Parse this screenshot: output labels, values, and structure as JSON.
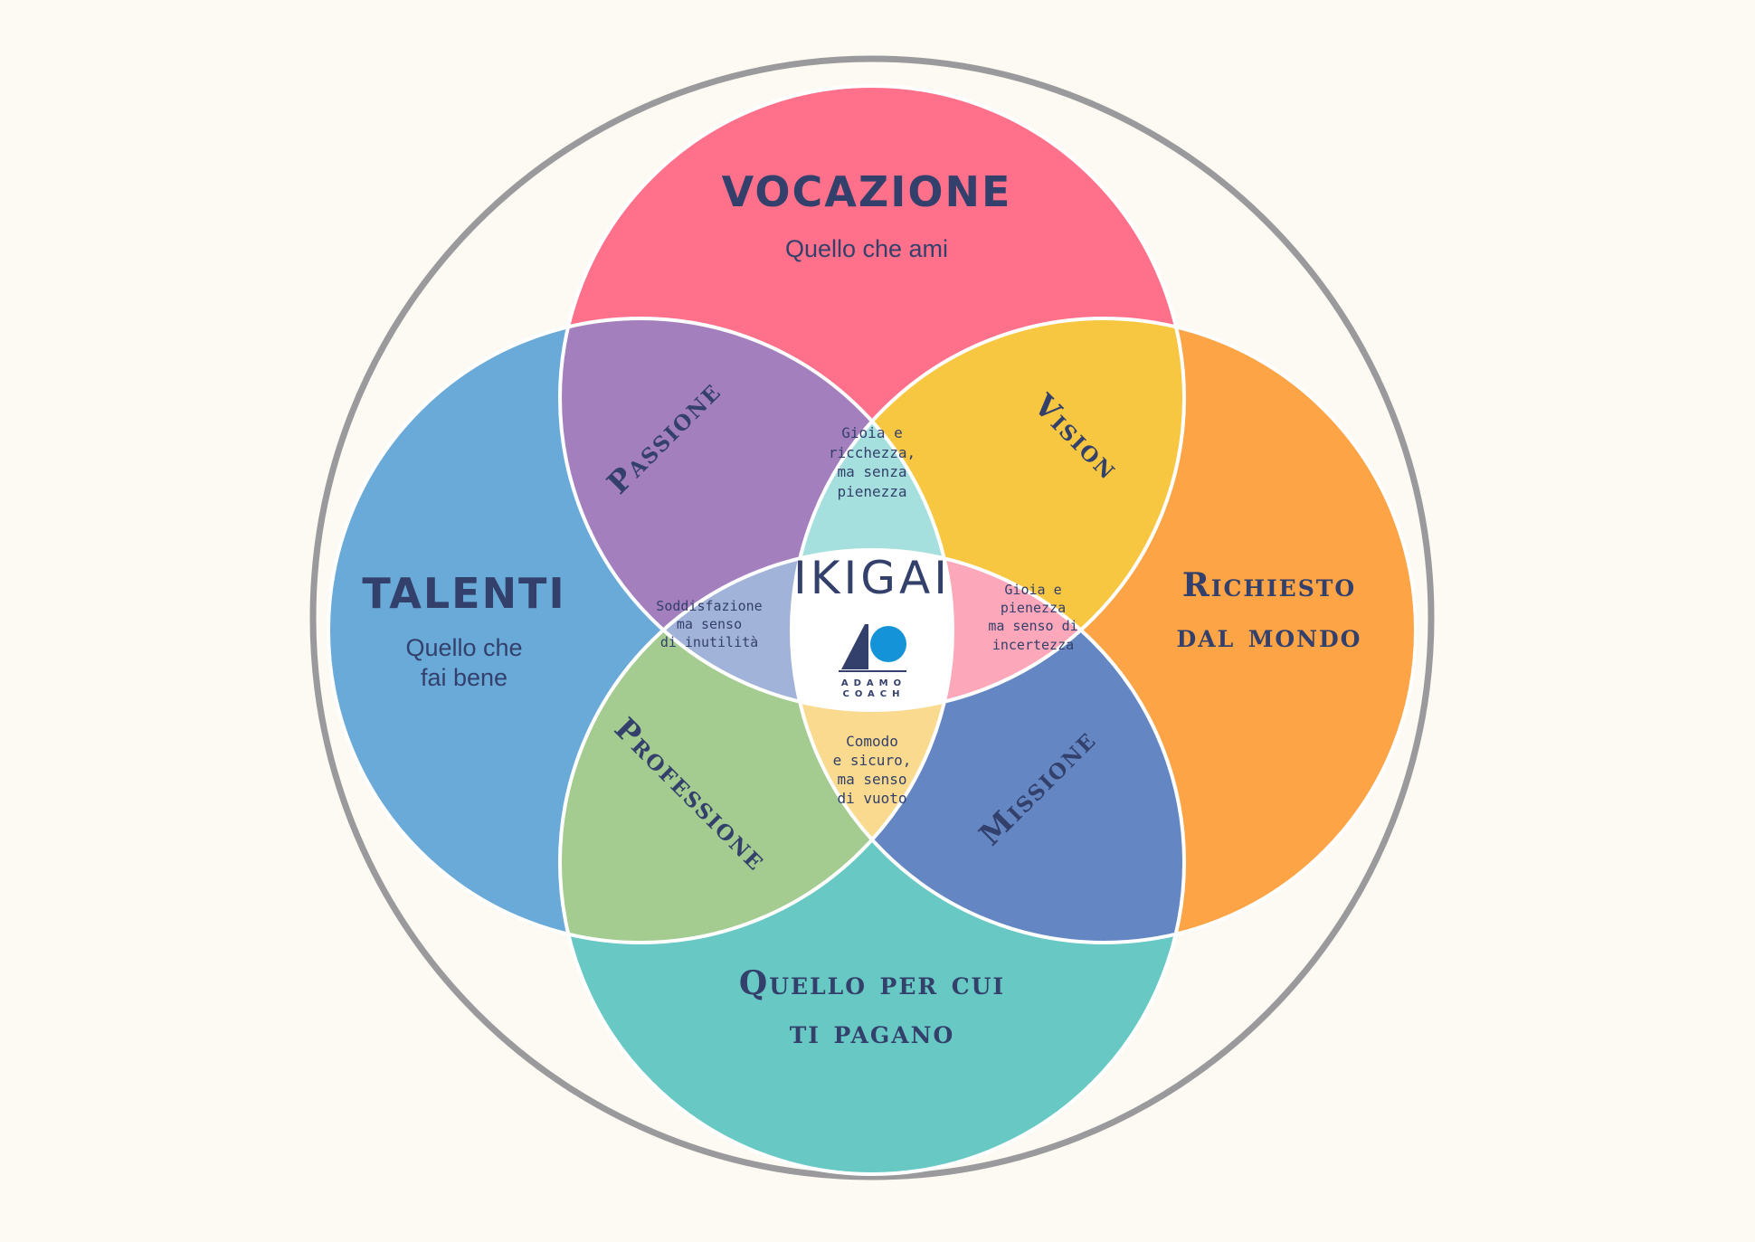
{
  "colors": {
    "background": "#fdf9f3",
    "outer_ring": "#9a9a9c",
    "vocazione": "#ff718b",
    "talenti": "#6aaad8",
    "richiesto": "#fca446",
    "quello_per_cui": "#68c9c4",
    "passione": "#a47fbd",
    "vision": "#f8c741",
    "professione": "#a4cb90",
    "missione": "#6487c4",
    "gioia_ricchezza": "#a6e0de",
    "soddisfazione": "#a2b3d9",
    "gioia_pienezza": "#fda7ba",
    "comodo": "#fada8e",
    "ikigai_center": "#ffffff",
    "text": "#33406b",
    "logo_blue": "#1593d9"
  },
  "circles": {
    "vocazione": {
      "title": "VOCAZIONE",
      "subtitle": "Quello che ami"
    },
    "talenti": {
      "title": "TALENTI",
      "subtitle_lines": [
        "Quello che",
        "fai bene"
      ]
    },
    "richiesto": {
      "title_lines": [
        "Richiesto",
        "dal mondo"
      ]
    },
    "quello_per_cui": {
      "title_lines": [
        "Quello per cui",
        "ti pagano"
      ]
    }
  },
  "overlaps": {
    "passione": "Passione",
    "vision": "Vision",
    "professione": "Professione",
    "missione": "Missione"
  },
  "triple_overlaps": {
    "top_lines": [
      "Gioia e",
      "ricchezza,",
      "ma senza",
      "pienezza"
    ],
    "left_lines": [
      "Soddisfazione",
      "ma senso",
      "di inutilità"
    ],
    "right_lines": [
      "Gioia e",
      "pienezza",
      "ma senso di",
      "incertezza"
    ],
    "bottom_lines": [
      "Comodo",
      "e sicuro,",
      "ma senso",
      "di vuoto"
    ]
  },
  "center": {
    "title": "IKIGAI",
    "logo_line1": "ADAMO",
    "logo_line2": "COACH"
  }
}
